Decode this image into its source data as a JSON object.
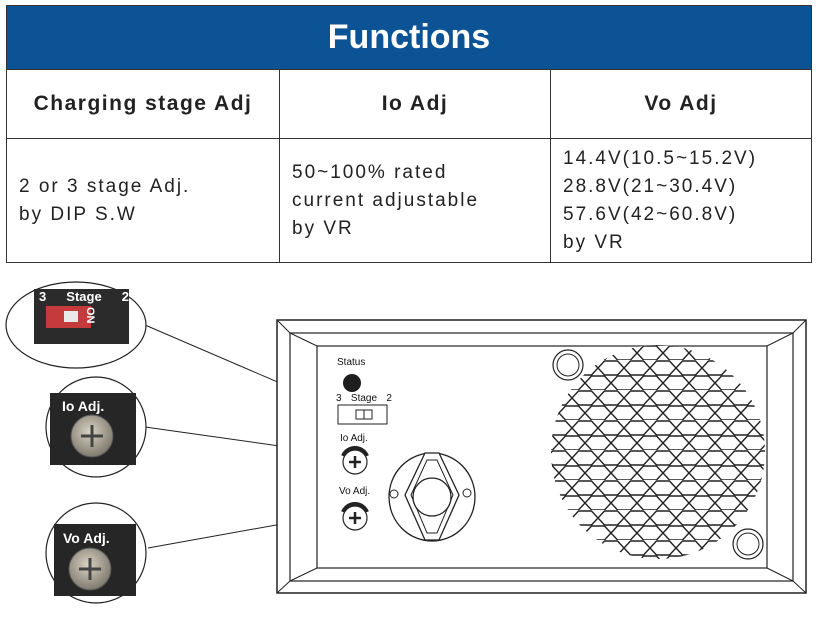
{
  "functions_table": {
    "title": "Functions",
    "headers": [
      "Charging stage Adj",
      "Io Adj",
      "Vo Adj"
    ],
    "cells": [
      "2 or 3 stage Adj.\nby DIP S.W",
      "50~100% rated\ncurrent adjustable\nby VR",
      "14.4V(10.5~15.2V)\n28.8V(21~30.4V)\n57.6V(42~60.8V)\nby VR"
    ],
    "header_color": "#0c5396"
  },
  "callouts": {
    "stage": {
      "left_num": "3",
      "word": "Stage",
      "right_num": "2",
      "on_text": "ON"
    },
    "io": {
      "label": "Io Adj."
    },
    "vo": {
      "label": "Vo Adj."
    }
  },
  "panel": {
    "status_label": "Status",
    "stage_left": "3",
    "stage_word": "Stage",
    "stage_right": "2",
    "io_label": "Io Adj.",
    "vo_label": "Vo Adj."
  }
}
